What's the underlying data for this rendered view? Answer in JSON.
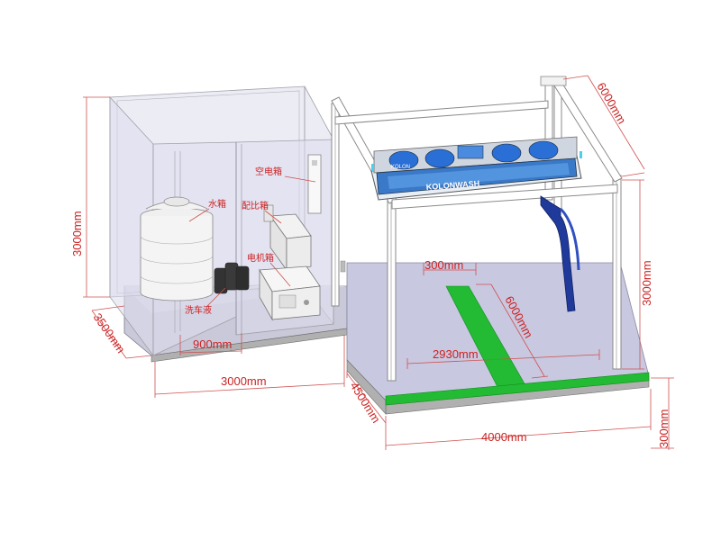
{
  "dimensions": {
    "room_height": "3000mm",
    "room_depth": "3500mm",
    "door_width": "900mm",
    "room_width": "3000mm",
    "frame_depth": "6000mm",
    "frame_height": "3000mm",
    "rail_width": "300mm",
    "rail_length": "6000mm",
    "track_span": "2930mm",
    "bay_depth": "4500mm",
    "bay_width": "4000mm",
    "pit_depth": "300mm"
  },
  "labels": {
    "water_tank": "水箱",
    "air_switch_box": "空电箱",
    "mixing_box": "配比箱",
    "motor_box": "电机箱",
    "detergent": "洗车液"
  },
  "machine": {
    "brand_text": "KOLONWASH",
    "badge_text": "KOLON"
  },
  "colors": {
    "dimension": "#cc2222",
    "rail": "#22bb33",
    "brush": "#2a6fd6",
    "arm": "#1f3a9a"
  }
}
